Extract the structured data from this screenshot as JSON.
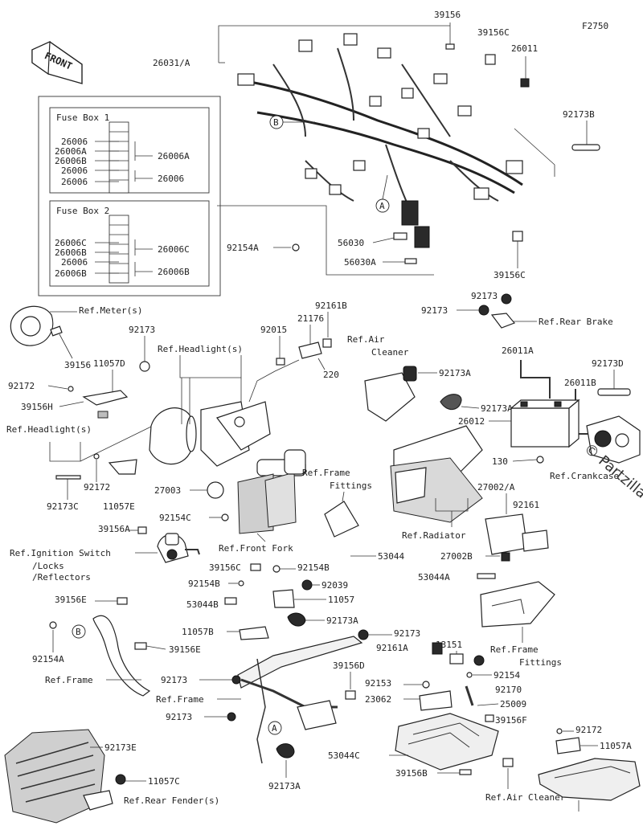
{
  "diagram_code": "F2750",
  "front_label": "FRONT",
  "watermark": "© Partzilla",
  "fuse_box_1": {
    "title": "Fuse Box 1",
    "left_parts": [
      "26006",
      "26006A",
      "26006B",
      "26006",
      "26006"
    ],
    "right_parts": [
      "26006A",
      "26006"
    ]
  },
  "fuse_box_2": {
    "title": "Fuse Box 2",
    "left_parts": [
      "26006C",
      "26006B",
      "26006",
      "26006B"
    ],
    "right_parts": [
      "26006C",
      "26006B"
    ]
  },
  "markers": [
    "B",
    "A",
    "B",
    "A"
  ],
  "labels": [
    "39156",
    "39156C",
    "26011",
    "26031/A",
    "92173B",
    "92154A",
    "56030",
    "56030A",
    "39156C",
    "Ref.Meter(s)",
    "39156",
    "92173",
    "11057D",
    "92172",
    "39156H",
    "Ref.Headlight(s)",
    "92172",
    "11057E",
    "92173C",
    "Ref.Headlight(s)",
    "92015",
    "21176",
    "92161B",
    "220",
    "Ref.Air",
    "Cleaner",
    "92173A",
    "92173A",
    "92173",
    "92173",
    "Ref.Rear Brake",
    "26011A",
    "92173D",
    "26011B",
    "26012",
    "130",
    "Ref.Crankcase",
    "27003",
    "92154C",
    "Ref.Front Fork",
    "Ref.Frame",
    "Fittings",
    "53044",
    "Ref.Radiator",
    "27002/A",
    "92161",
    "27002B",
    "53044A",
    "Ref.Frame",
    "Fittings",
    "39156A",
    "Ref.Ignition Switch",
    "/Locks",
    "/Reflectors",
    "39156C",
    "92154B",
    "92154B",
    "92039",
    "53044B",
    "11057",
    "11057B",
    "92173A",
    "92173",
    "39156D",
    "39156E",
    "92154A",
    "39156E",
    "Ref.Frame",
    "92173",
    "Ref.Frame",
    "92173",
    "92173A",
    "13151",
    "92161A",
    "92154",
    "92153",
    "92170",
    "23062",
    "25009",
    "39156F",
    "92172",
    "11057A",
    "Ref.Frame",
    "53044C",
    "39156B",
    "Ref.Air Cleaner",
    "92173E",
    "11057C",
    "Ref.Rear Fender(s)"
  ]
}
